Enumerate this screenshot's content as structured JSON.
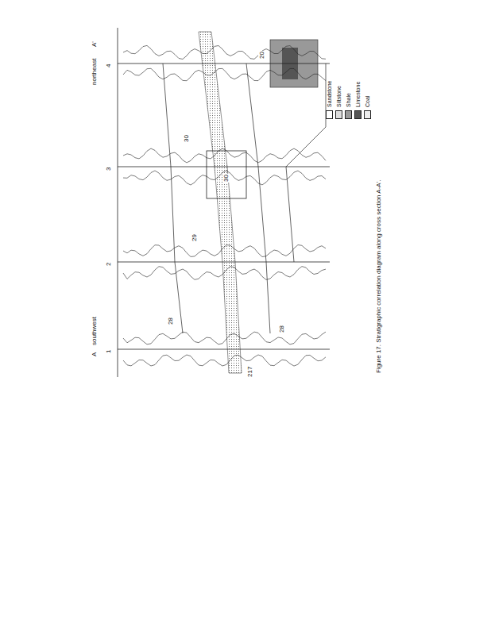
{
  "diagram": {
    "caption": "Figure 17. Stratigraphic correlation diagram along cross section A-A'.",
    "labels": [
      "A",
      "southwest",
      "A'",
      "northeast",
      "1",
      "2",
      "3",
      "4",
      "28",
      "29",
      "30",
      "28",
      "30",
      "20",
      "217"
    ],
    "legend": [
      {
        "text": "Sandstone",
        "color": "#ffffff"
      },
      {
        "text": "Siltstone",
        "color": "#dddddd"
      },
      {
        "text": "Shale",
        "color": "#999999"
      },
      {
        "text": "Limestone",
        "color": "#555555"
      },
      {
        "text": "Coal",
        "color": "#eeeeee"
      }
    ]
  }
}
